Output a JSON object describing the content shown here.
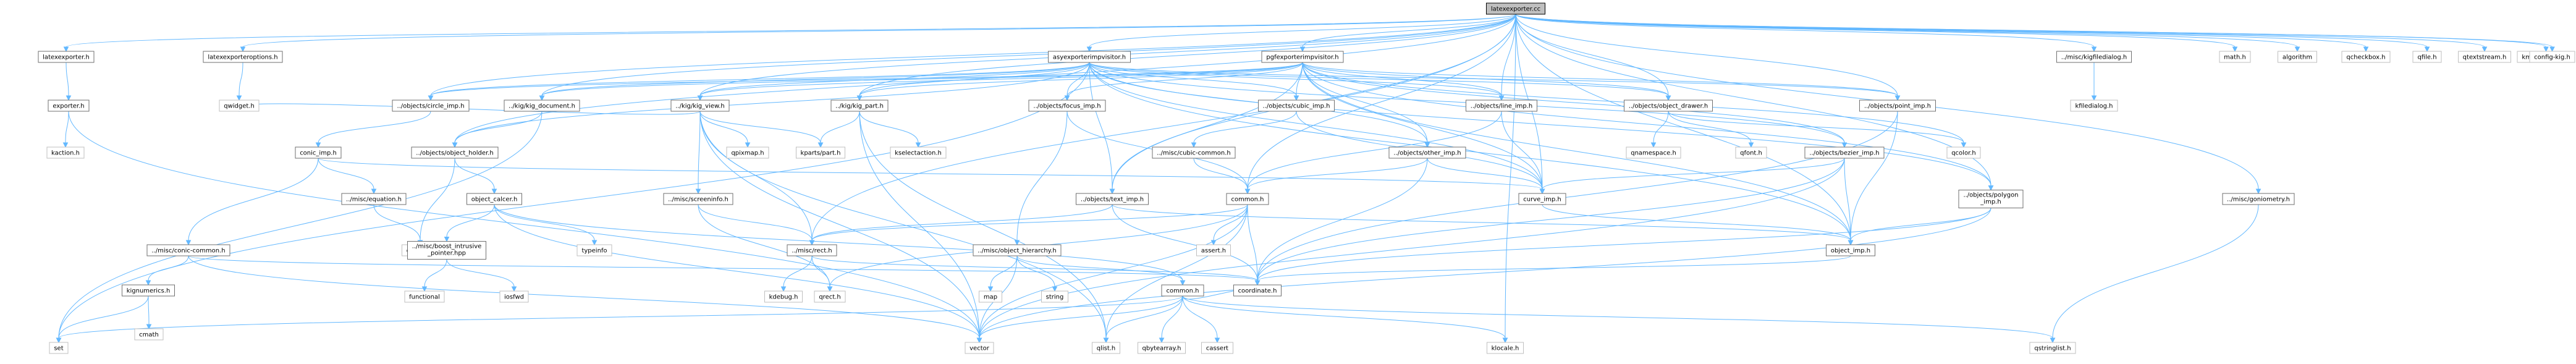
{
  "colors": {
    "edge": "#63b8ff",
    "root_fill": "#bfbfbf",
    "node_border": "#bfbfbf",
    "project_border": "#6f6f6f"
  },
  "nodes": [
    {
      "id": "root",
      "label": "latexexporter.cc",
      "kind": "root"
    },
    {
      "id": "latexexporter",
      "label": "latexexporter.h",
      "kind": "project"
    },
    {
      "id": "latexexporteroptions",
      "label": "latexexporteroptions.h",
      "kind": "project"
    },
    {
      "id": "asyexporterimpvisitor",
      "label": "asyexporterimpvisitor.h",
      "kind": "project"
    },
    {
      "id": "pgfexporterimpvisitor",
      "label": "pgfexporterimpvisitor.h",
      "kind": "project"
    },
    {
      "id": "kigfiledialog",
      "label": "../misc/kigfiledialog.h",
      "kind": "project"
    },
    {
      "id": "math",
      "label": "math.h",
      "kind": "external"
    },
    {
      "id": "algorithm",
      "label": "algorithm",
      "kind": "external"
    },
    {
      "id": "qcheckbox",
      "label": "qcheckbox.h",
      "kind": "external"
    },
    {
      "id": "qfile",
      "label": "qfile.h",
      "kind": "external"
    },
    {
      "id": "qtextstream",
      "label": "qtextstream.h",
      "kind": "external"
    },
    {
      "id": "kmessagebox",
      "label": "kmessagebox.h",
      "kind": "external"
    },
    {
      "id": "configkg",
      "label": "config-kig.h",
      "kind": "external"
    },
    {
      "id": "exporter",
      "label": "exporter.h",
      "kind": "project"
    },
    {
      "id": "kaction",
      "label": "kaction.h",
      "kind": "external"
    },
    {
      "id": "qwidget",
      "label": "qwidget.h",
      "kind": "external"
    },
    {
      "id": "circle_imp",
      "label": "../objects/circle_imp.h",
      "kind": "project"
    },
    {
      "id": "kig_document",
      "label": "../kig/kig_document.h",
      "kind": "project"
    },
    {
      "id": "kig_view",
      "label": "../kig/kig_view.h",
      "kind": "project"
    },
    {
      "id": "kig_part",
      "label": "../kig/kig_part.h",
      "kind": "project"
    },
    {
      "id": "focus_imp",
      "label": "../objects/focus_imp.h",
      "kind": "project"
    },
    {
      "id": "cubic_imp",
      "label": "../objects/cubic_imp.h",
      "kind": "project"
    },
    {
      "id": "line_imp",
      "label": "../objects/line_imp.h",
      "kind": "project"
    },
    {
      "id": "object_drawer",
      "label": "../objects/object_drawer.h",
      "kind": "project"
    },
    {
      "id": "point_imp",
      "label": "../objects/point_imp.h",
      "kind": "project"
    },
    {
      "id": "kfiledialog",
      "label": "kfiledialog.h",
      "kind": "external"
    },
    {
      "id": "conic_imp",
      "label": "conic_imp.h",
      "kind": "project"
    },
    {
      "id": "object_holder",
      "label": "../objects/object_holder.h",
      "kind": "project"
    },
    {
      "id": "qpixmap",
      "label": "qpixmap.h",
      "kind": "external"
    },
    {
      "id": "kpartspart",
      "label": "kparts/part.h",
      "kind": "external"
    },
    {
      "id": "kselectaction",
      "label": "kselectaction.h",
      "kind": "external"
    },
    {
      "id": "cubic_common",
      "label": "../misc/cubic-common.h",
      "kind": "project"
    },
    {
      "id": "other_imp",
      "label": "../objects/other_imp.h",
      "kind": "project"
    },
    {
      "id": "qnamespace",
      "label": "qnamespace.h",
      "kind": "external"
    },
    {
      "id": "qfont",
      "label": "qfont.h",
      "kind": "external"
    },
    {
      "id": "bezier_imp",
      "label": "../objects/bezier_imp.h",
      "kind": "project"
    },
    {
      "id": "qcolor",
      "label": "qcolor.h",
      "kind": "external"
    },
    {
      "id": "equation",
      "label": "../misc/equation.h",
      "kind": "project"
    },
    {
      "id": "object_calcer",
      "label": "object_calcer.h",
      "kind": "project"
    },
    {
      "id": "screeninfo",
      "label": "../misc/screeninfo.h",
      "kind": "project"
    },
    {
      "id": "text_imp",
      "label": "../objects/text_imp.h",
      "kind": "project"
    },
    {
      "id": "common_objects",
      "label": "common.h",
      "kind": "project"
    },
    {
      "id": "curve_imp",
      "label": "curve_imp.h",
      "kind": "project"
    },
    {
      "id": "polygon_imp",
      "label": "../objects/polygon_imp.h",
      "kind": "project"
    },
    {
      "id": "goniometry",
      "label": "../misc/goniometry.h",
      "kind": "project"
    },
    {
      "id": "qstring",
      "label": "qstring.h",
      "kind": "external"
    },
    {
      "id": "conic_common",
      "label": "../misc/conic-common.h",
      "kind": "project"
    },
    {
      "id": "boost_intrusive",
      "label": "../misc/boost_intrusive_pointer.hpp",
      "kind": "project"
    },
    {
      "id": "typeinfo",
      "label": "typeinfo",
      "kind": "external"
    },
    {
      "id": "rect",
      "label": "../misc/rect.h",
      "kind": "project"
    },
    {
      "id": "object_hierarchy",
      "label": "../misc/object_hierarchy.h",
      "kind": "project"
    },
    {
      "id": "assert",
      "label": "assert.h",
      "kind": "external"
    },
    {
      "id": "object_imp",
      "label": "object_imp.h",
      "kind": "project"
    },
    {
      "id": "kignumerics",
      "label": "kignumerics.h",
      "kind": "project"
    },
    {
      "id": "functional",
      "label": "functional",
      "kind": "external"
    },
    {
      "id": "iosfwd",
      "label": "iosfwd",
      "kind": "external"
    },
    {
      "id": "kdebug",
      "label": "kdebug.h",
      "kind": "external"
    },
    {
      "id": "qrect",
      "label": "qrect.h",
      "kind": "external"
    },
    {
      "id": "map",
      "label": "map",
      "kind": "external"
    },
    {
      "id": "string",
      "label": "string",
      "kind": "external"
    },
    {
      "id": "coordinate",
      "label": "coordinate.h",
      "kind": "project"
    },
    {
      "id": "common_misc",
      "label": "common.h",
      "kind": "project"
    },
    {
      "id": "cmath",
      "label": "cmath",
      "kind": "external"
    },
    {
      "id": "set",
      "label": "set",
      "kind": "external"
    },
    {
      "id": "vector",
      "label": "vector",
      "kind": "external"
    },
    {
      "id": "qlist",
      "label": "qlist.h",
      "kind": "external"
    },
    {
      "id": "qbytearray",
      "label": "qbytearray.h",
      "kind": "external"
    },
    {
      "id": "cassert",
      "label": "cassert",
      "kind": "external"
    },
    {
      "id": "klocale",
      "label": "klocale.h",
      "kind": "external"
    },
    {
      "id": "qstringlist",
      "label": "qstringlist.h",
      "kind": "external"
    }
  ],
  "edges": [
    [
      "root",
      "latexexporter"
    ],
    [
      "root",
      "latexexporteroptions"
    ],
    [
      "root",
      "asyexporterimpvisitor"
    ],
    [
      "root",
      "pgfexporterimpvisitor"
    ],
    [
      "root",
      "kigfiledialog"
    ],
    [
      "root",
      "math"
    ],
    [
      "root",
      "algorithm"
    ],
    [
      "root",
      "qcheckbox"
    ],
    [
      "root",
      "qfile"
    ],
    [
      "root",
      "qtextstream"
    ],
    [
      "root",
      "kmessagebox"
    ],
    [
      "root",
      "configkg"
    ],
    [
      "root",
      "circle_imp"
    ],
    [
      "root",
      "kig_document"
    ],
    [
      "root",
      "kig_view"
    ],
    [
      "root",
      "kig_part"
    ],
    [
      "root",
      "object_drawer"
    ],
    [
      "root",
      "point_imp"
    ],
    [
      "root",
      "polygon_imp"
    ],
    [
      "root",
      "goniometry"
    ],
    [
      "root",
      "klocale"
    ],
    [
      "root",
      "object_holder"
    ],
    [
      "root",
      "curve_imp"
    ],
    [
      "root",
      "text_imp"
    ],
    [
      "root",
      "line_imp"
    ],
    [
      "root",
      "object_imp"
    ],
    [
      "root",
      "rect"
    ],
    [
      "root",
      "common_objects"
    ],
    [
      "latexexporter",
      "exporter"
    ],
    [
      "exporter",
      "kaction"
    ],
    [
      "exporter",
      "vector"
    ],
    [
      "latexexporteroptions",
      "qwidget"
    ],
    [
      "asyexporterimpvisitor",
      "circle_imp"
    ],
    [
      "asyexporterimpvisitor",
      "kig_document"
    ],
    [
      "asyexporterimpvisitor",
      "kig_view"
    ],
    [
      "asyexporterimpvisitor",
      "kig_part"
    ],
    [
      "asyexporterimpvisitor",
      "focus_imp"
    ],
    [
      "asyexporterimpvisitor",
      "cubic_imp"
    ],
    [
      "asyexporterimpvisitor",
      "line_imp"
    ],
    [
      "asyexporterimpvisitor",
      "object_drawer"
    ],
    [
      "asyexporterimpvisitor",
      "point_imp"
    ],
    [
      "asyexporterimpvisitor",
      "object_holder"
    ],
    [
      "asyexporterimpvisitor",
      "other_imp"
    ],
    [
      "asyexporterimpvisitor",
      "bezier_imp"
    ],
    [
      "asyexporterimpvisitor",
      "text_imp"
    ],
    [
      "asyexporterimpvisitor",
      "curve_imp"
    ],
    [
      "asyexporterimpvisitor",
      "object_imp"
    ],
    [
      "asyexporterimpvisitor",
      "polygon_imp"
    ],
    [
      "asyexporterimpvisitor",
      "set"
    ],
    [
      "pgfexporterimpvisitor",
      "circle_imp"
    ],
    [
      "pgfexporterimpvisitor",
      "kig_document"
    ],
    [
      "pgfexporterimpvisitor",
      "kig_view"
    ],
    [
      "pgfexporterimpvisitor",
      "kig_part"
    ],
    [
      "pgfexporterimpvisitor",
      "focus_imp"
    ],
    [
      "pgfexporterimpvisitor",
      "cubic_imp"
    ],
    [
      "pgfexporterimpvisitor",
      "line_imp"
    ],
    [
      "pgfexporterimpvisitor",
      "object_drawer"
    ],
    [
      "pgfexporterimpvisitor",
      "point_imp"
    ],
    [
      "pgfexporterimpvisitor",
      "other_imp"
    ],
    [
      "pgfexporterimpvisitor",
      "bezier_imp"
    ],
    [
      "pgfexporterimpvisitor",
      "polygon_imp"
    ],
    [
      "pgfexporterimpvisitor",
      "curve_imp"
    ],
    [
      "pgfexporterimpvisitor",
      "text_imp"
    ],
    [
      "pgfexporterimpvisitor",
      "object_imp"
    ],
    [
      "pgfexporterimpvisitor",
      "qcolor"
    ],
    [
      "kigfiledialog",
      "kfiledialog"
    ],
    [
      "circle_imp",
      "conic_imp"
    ],
    [
      "conic_imp",
      "equation"
    ],
    [
      "conic_imp",
      "conic_common"
    ],
    [
      "conic_imp",
      "curve_imp"
    ],
    [
      "equation",
      "qstring"
    ],
    [
      "conic_common",
      "kignumerics"
    ],
    [
      "conic_common",
      "coordinate"
    ],
    [
      "conic_common",
      "vector"
    ],
    [
      "kignumerics",
      "cmath"
    ],
    [
      "kignumerics",
      "set"
    ],
    [
      "kig_document",
      "object_holder"
    ],
    [
      "kig_document",
      "set"
    ],
    [
      "kig_view",
      "qwidget"
    ],
    [
      "kig_view",
      "qpixmap"
    ],
    [
      "kig_view",
      "kpartspart"
    ],
    [
      "kig_view",
      "screeninfo"
    ],
    [
      "kig_view",
      "rect"
    ],
    [
      "kig_view",
      "vector"
    ],
    [
      "kig_view",
      "qlist"
    ],
    [
      "kig_part",
      "kpartspart"
    ],
    [
      "kig_part",
      "kselectaction"
    ],
    [
      "kig_part",
      "qlist"
    ],
    [
      "kig_part",
      "vector"
    ],
    [
      "object_holder",
      "object_calcer"
    ],
    [
      "object_holder",
      "qstring"
    ],
    [
      "object_calcer",
      "boost_intrusive"
    ],
    [
      "object_calcer",
      "typeinfo"
    ],
    [
      "object_calcer",
      "common_misc"
    ],
    [
      "object_calcer",
      "vector"
    ],
    [
      "boost_intrusive",
      "functional"
    ],
    [
      "boost_intrusive",
      "iosfwd"
    ],
    [
      "screeninfo",
      "rect"
    ],
    [
      "screeninfo",
      "qrect"
    ],
    [
      "focus_imp",
      "object_hierarchy"
    ],
    [
      "focus_imp",
      "common_objects"
    ],
    [
      "object_hierarchy",
      "map"
    ],
    [
      "object_hierarchy",
      "string"
    ],
    [
      "object_hierarchy",
      "vector"
    ],
    [
      "object_hierarchy",
      "common_misc"
    ],
    [
      "cubic_imp",
      "cubic_common"
    ],
    [
      "cubic_imp",
      "curve_imp"
    ],
    [
      "cubic_common",
      "common_objects"
    ],
    [
      "line_imp",
      "curve_imp"
    ],
    [
      "line_imp",
      "common_objects"
    ],
    [
      "object_drawer",
      "qnamespace"
    ],
    [
      "object_drawer",
      "qfont"
    ],
    [
      "object_drawer",
      "qcolor"
    ],
    [
      "point_imp",
      "object_imp"
    ],
    [
      "point_imp",
      "coordinate"
    ],
    [
      "other_imp",
      "common_objects"
    ],
    [
      "other_imp",
      "curve_imp"
    ],
    [
      "other_imp",
      "coordinate"
    ],
    [
      "bezier_imp",
      "curve_imp"
    ],
    [
      "bezier_imp",
      "object_imp"
    ],
    [
      "bezier_imp",
      "coordinate"
    ],
    [
      "bezier_imp",
      "vector"
    ],
    [
      "text_imp",
      "rect"
    ],
    [
      "text_imp",
      "object_imp"
    ],
    [
      "text_imp",
      "coordinate"
    ],
    [
      "common_objects",
      "rect"
    ],
    [
      "common_objects",
      "assert"
    ],
    [
      "common_objects",
      "coordinate"
    ],
    [
      "common_objects",
      "vector"
    ],
    [
      "common_objects",
      "qlist"
    ],
    [
      "common_objects",
      "qrect"
    ],
    [
      "curve_imp",
      "object_imp"
    ],
    [
      "polygon_imp",
      "object_imp"
    ],
    [
      "polygon_imp",
      "coordinate"
    ],
    [
      "polygon_imp",
      "vector"
    ],
    [
      "object_imp",
      "coordinate"
    ],
    [
      "goniometry",
      "qstringlist"
    ],
    [
      "rect",
      "coordinate"
    ],
    [
      "rect",
      "qrect"
    ],
    [
      "rect",
      "kdebug"
    ],
    [
      "common_misc",
      "vector"
    ],
    [
      "common_misc",
      "qlist"
    ],
    [
      "common_misc",
      "qbytearray"
    ],
    [
      "common_misc",
      "cassert"
    ],
    [
      "common_misc",
      "klocale"
    ],
    [
      "common_misc",
      "qstringlist"
    ],
    [
      "common_misc",
      "set"
    ],
    [
      "common_misc",
      "coordinate"
    ]
  ]
}
